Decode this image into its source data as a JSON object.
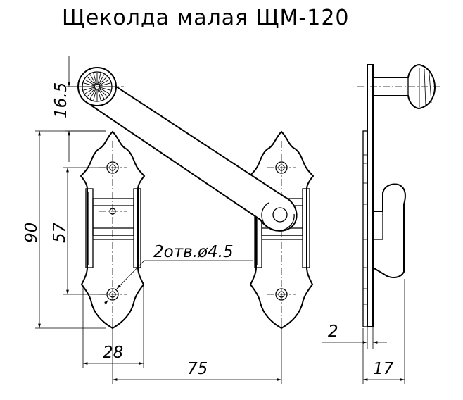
{
  "title": "Щеколда малая ЩМ-120",
  "dimensions": {
    "knob_offset": "16.5",
    "total_height": "90",
    "hole_spacing": "57",
    "holes_note": "2отв.ø4.5",
    "plate_width": "28",
    "span": "75",
    "thickness": "2",
    "depth": "17"
  }
}
